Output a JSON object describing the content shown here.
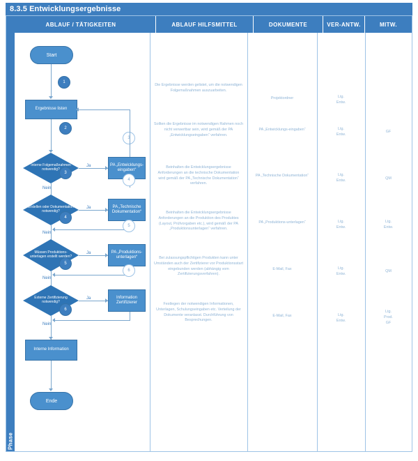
{
  "document": {
    "title": "8.3.5 Entwicklungsergebnisse",
    "swimlane_label": "Phase",
    "accent_color": "#3d7ebf",
    "node_color": "#4a90cd",
    "decision_color": "#2e74b5",
    "text_color": "#8fb4d6"
  },
  "columns": [
    {
      "key": "ablauf",
      "label": "ABLAUF / TÄTIGKEITEN"
    },
    {
      "key": "hilfsmittel",
      "label": "ABLAUF HILFSMITTEL"
    },
    {
      "key": "dokumente",
      "label": "DOKUMENTE"
    },
    {
      "key": "verantw",
      "label": "VER-ANTW."
    },
    {
      "key": "mitw",
      "label": "MITW."
    }
  ],
  "flow": {
    "start_label": "Start",
    "end_label": "Ende",
    "branch_yes": "Ja",
    "branch_no": "Nein",
    "nodes": [
      {
        "id": "start",
        "type": "terminator",
        "label": "Start"
      },
      {
        "id": "n1",
        "type": "process",
        "label": "Ergebnisse listen",
        "step": "1"
      },
      {
        "id": "d2",
        "type": "decision",
        "label": "Interne Folgemaßnahmen notwendig?",
        "step": "2"
      },
      {
        "id": "p2",
        "type": "process",
        "label": "PA „Entwicklungs-eingaben“",
        "step": "3"
      },
      {
        "id": "d3",
        "type": "decision",
        "label": "Erstellen oder Dokumentation notwendig?",
        "step": "3"
      },
      {
        "id": "p3",
        "type": "process",
        "label": "PA „Technische Dokumentation“",
        "step": "4"
      },
      {
        "id": "d4",
        "type": "decision",
        "label": "Müssen Produktions-unterlagen erstellt werden?",
        "step": "4"
      },
      {
        "id": "p4",
        "type": "process",
        "label": "PA „Produktions-unterlagen“",
        "step": "5"
      },
      {
        "id": "d5",
        "type": "decision",
        "label": "Externe Zertifizierung notwendig?",
        "step": "5"
      },
      {
        "id": "p5",
        "type": "process",
        "label": "Information Zertifizierer",
        "step": "6"
      },
      {
        "id": "n6",
        "type": "process",
        "label": "Interne Information",
        "step": "6"
      },
      {
        "id": "end",
        "type": "terminator",
        "label": "Ende"
      }
    ]
  },
  "rows": [
    {
      "hilfsmittel": "Die Ergebnisse werden gelistet, um die notwendigen Folgemaßnahmen auszuarbeiten.",
      "dokumente": "Projektordner",
      "verantw": "Ltg.\nEntw.",
      "mitw": ""
    },
    {
      "hilfsmittel": "Sollten die Ergebnisse im notwendigen Rahmen noch nicht verwertbar sein, wird gemäß der PA „Entwicklungseingaben“ verfahren.",
      "dokumente": "PA „Entwicklungs-eingaben“",
      "verantw": "Ltg.\nEntw.",
      "mitw": "GF"
    },
    {
      "hilfsmittel": "Beinhalten die Entwicklungsergebnisse Anforderungen an die technische Dokumentation wird gemäß der PA „Technische Dokumentation“ verfahren.",
      "dokumente": "PA „Technische Dokumentation“",
      "verantw": "Ltg.\nEntw.",
      "mitw": "QM"
    },
    {
      "hilfsmittel": "Beinhalten die Entwicklungsergebnisse Anforderungen an die Produktion des Produktes (Layout, Prüfvorgaben etc.), wird gemäß der PA „Produktionsunterlagen“ verfahren.",
      "dokumente": "PA „Produktions-unterlagen“",
      "verantw": "Ltg.\nEntw.",
      "mitw": "Ltg.\nEntw."
    },
    {
      "hilfsmittel": "Bei zulassungspflichtigen Produkten kann unter Umständen auch der Zertifizierer vor Produktionsstart eingebunden werden (abhängig vom Zertifizierungsverfahren).",
      "dokumente": "E-Mail, Fax",
      "verantw": "Ltg.\nEntw.",
      "mitw": "QM"
    },
    {
      "hilfsmittel": "Festlegen der notwendigen Informationen, Unterlagen, Schulungseingaben etc. Verteilung der Dokumente veranlasst. Durchführung von Besprechungen.",
      "dokumente": "E-Mail, Fax",
      "verantw": "Ltg.\nEntw.",
      "mitw": "Ltg.\nProd.\nGF"
    }
  ]
}
